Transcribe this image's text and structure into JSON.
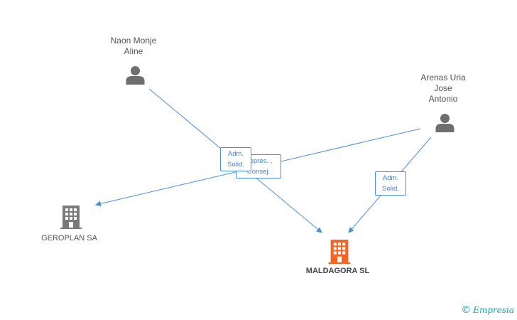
{
  "persons": [
    {
      "id": "naon",
      "label": "Naon Monje\nAline"
    },
    {
      "id": "arenas",
      "label": "Arenas Uria\nJose\nAntonio"
    }
  ],
  "companies": [
    {
      "id": "geroplan",
      "label": "GEROPLAN SA",
      "color": "#7a7a7a"
    },
    {
      "id": "maldagora",
      "label": "MALDAGORA SL",
      "color": "#f26522"
    }
  ],
  "relations": [
    {
      "id": "naon-maldagora",
      "label": "Adm.\nSolid."
    },
    {
      "id": "arenas-geroplan",
      "label": "Repres. ,\nConsej."
    },
    {
      "id": "arenas-maldagora",
      "label": "Adm.\nSolid."
    }
  ],
  "colors": {
    "edge": "#4a8ed8",
    "person_icon": "#6e6e6e",
    "watermark": "#1c9fa8"
  },
  "watermark": {
    "symbol": "©",
    "brand": "Empresia"
  }
}
